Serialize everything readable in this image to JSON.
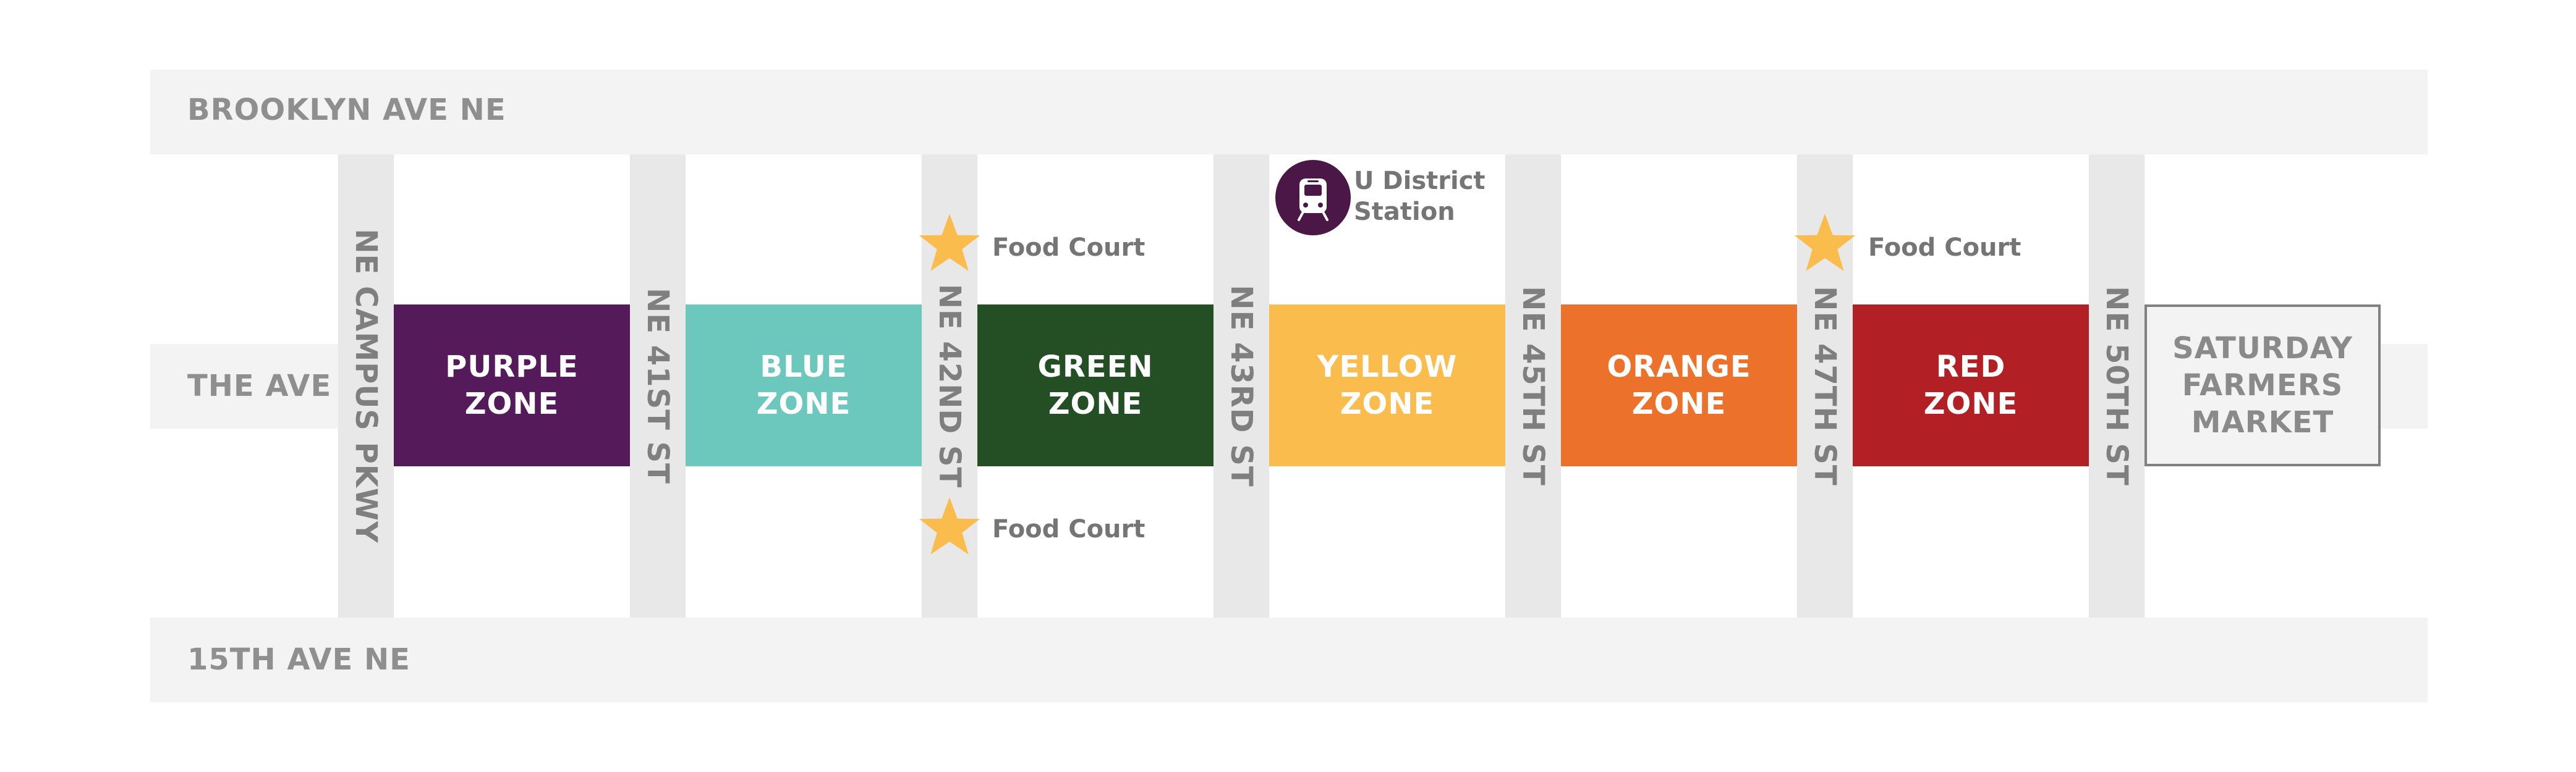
{
  "avenues": {
    "brooklyn": "BROOKLYN AVE NE",
    "the_ave": "THE AVE",
    "fifteenth": "15TH AVE NE"
  },
  "cross_streets": [
    "NE CAMPUS PKWY",
    "NE 41ST ST",
    "NE 42ND ST",
    "NE 43RD ST",
    "NE 45TH ST",
    "NE 47TH ST",
    "NE 50TH ST"
  ],
  "zones": [
    {
      "label": "PURPLE\nZONE",
      "color": "#541a59"
    },
    {
      "label": "BLUE\nZONE",
      "color": "#6cc8bc"
    },
    {
      "label": "GREEN\nZONE",
      "color": "#244f25"
    },
    {
      "label": "YELLOW\nZONE",
      "color": "#fbbc4e"
    },
    {
      "label": "ORANGE\nZONE",
      "color": "#ec712a"
    },
    {
      "label": "RED\nZONE",
      "color": "#b21f24"
    }
  ],
  "market": {
    "label": "SATURDAY\nFARMERS\nMARKET"
  },
  "food_courts": {
    "label": "Food Court",
    "color": "#fbbc4e"
  },
  "station": {
    "label": "U District\nStation",
    "color": "#4b1746"
  },
  "colors": {
    "street": "#e8e8e8",
    "avenue": "#f3f3f3",
    "text": "#7f7f7f"
  }
}
